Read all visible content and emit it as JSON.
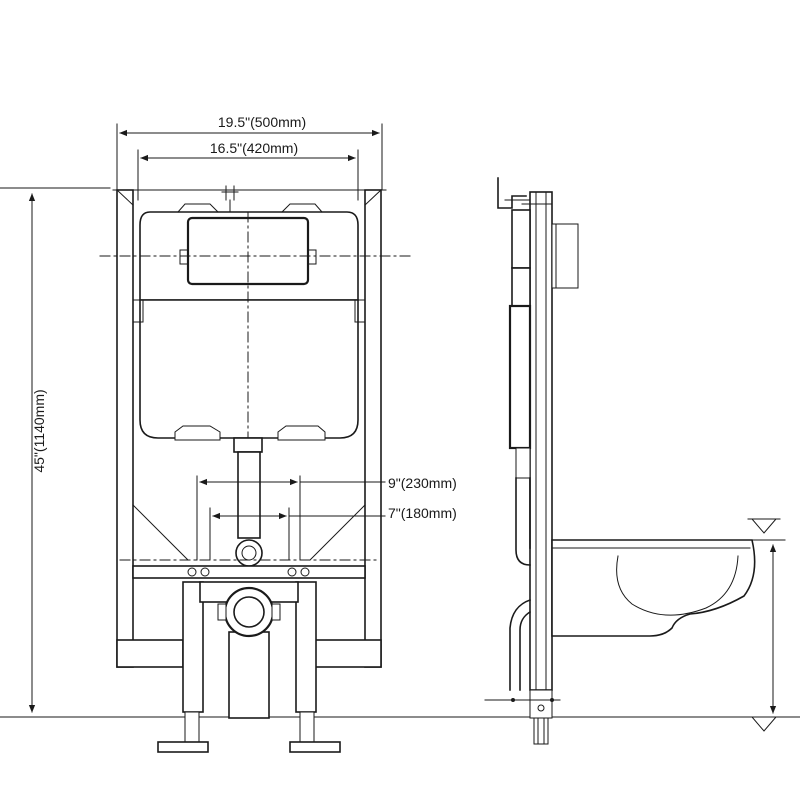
{
  "dimensions": {
    "outer_width": "19.5\"(500mm)",
    "inner_width": "16.5\"(420mm)",
    "height": "45\"(1140mm)",
    "bolt_spacing_wide": "9\"(230mm)",
    "bolt_spacing_narrow": "7\"(180mm)"
  },
  "colors": {
    "line": "#1a1a1a",
    "background": "#ffffff"
  },
  "icons": {
    "level_marker_top": "triangle-down-icon",
    "level_marker_bottom": "triangle-down-icon"
  }
}
